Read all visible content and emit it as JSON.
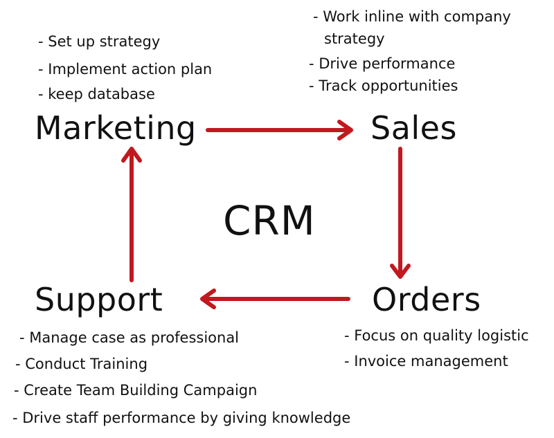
{
  "center": {
    "title": "CRM"
  },
  "nodes": {
    "marketing": {
      "title": "Marketing",
      "notes": [
        "- Set up strategy",
        "- Implement action plan",
        "- keep database"
      ]
    },
    "sales": {
      "title": "Sales",
      "notes": [
        "- Work inline with company",
        "strategy",
        "- Drive performance",
        "- Track opportunities"
      ]
    },
    "orders": {
      "title": "Orders",
      "notes": [
        "- Focus on quality logistic",
        "- Invoice management"
      ]
    },
    "support": {
      "title": "Support",
      "notes": [
        "- Manage case as professional",
        "- Conduct Training",
        "- Create Team Building Campaign",
        "- Drive staff performance by giving knowledge"
      ]
    }
  },
  "colors": {
    "arrow": "#c0191f",
    "text": "#111111",
    "background": "#ffffff"
  }
}
